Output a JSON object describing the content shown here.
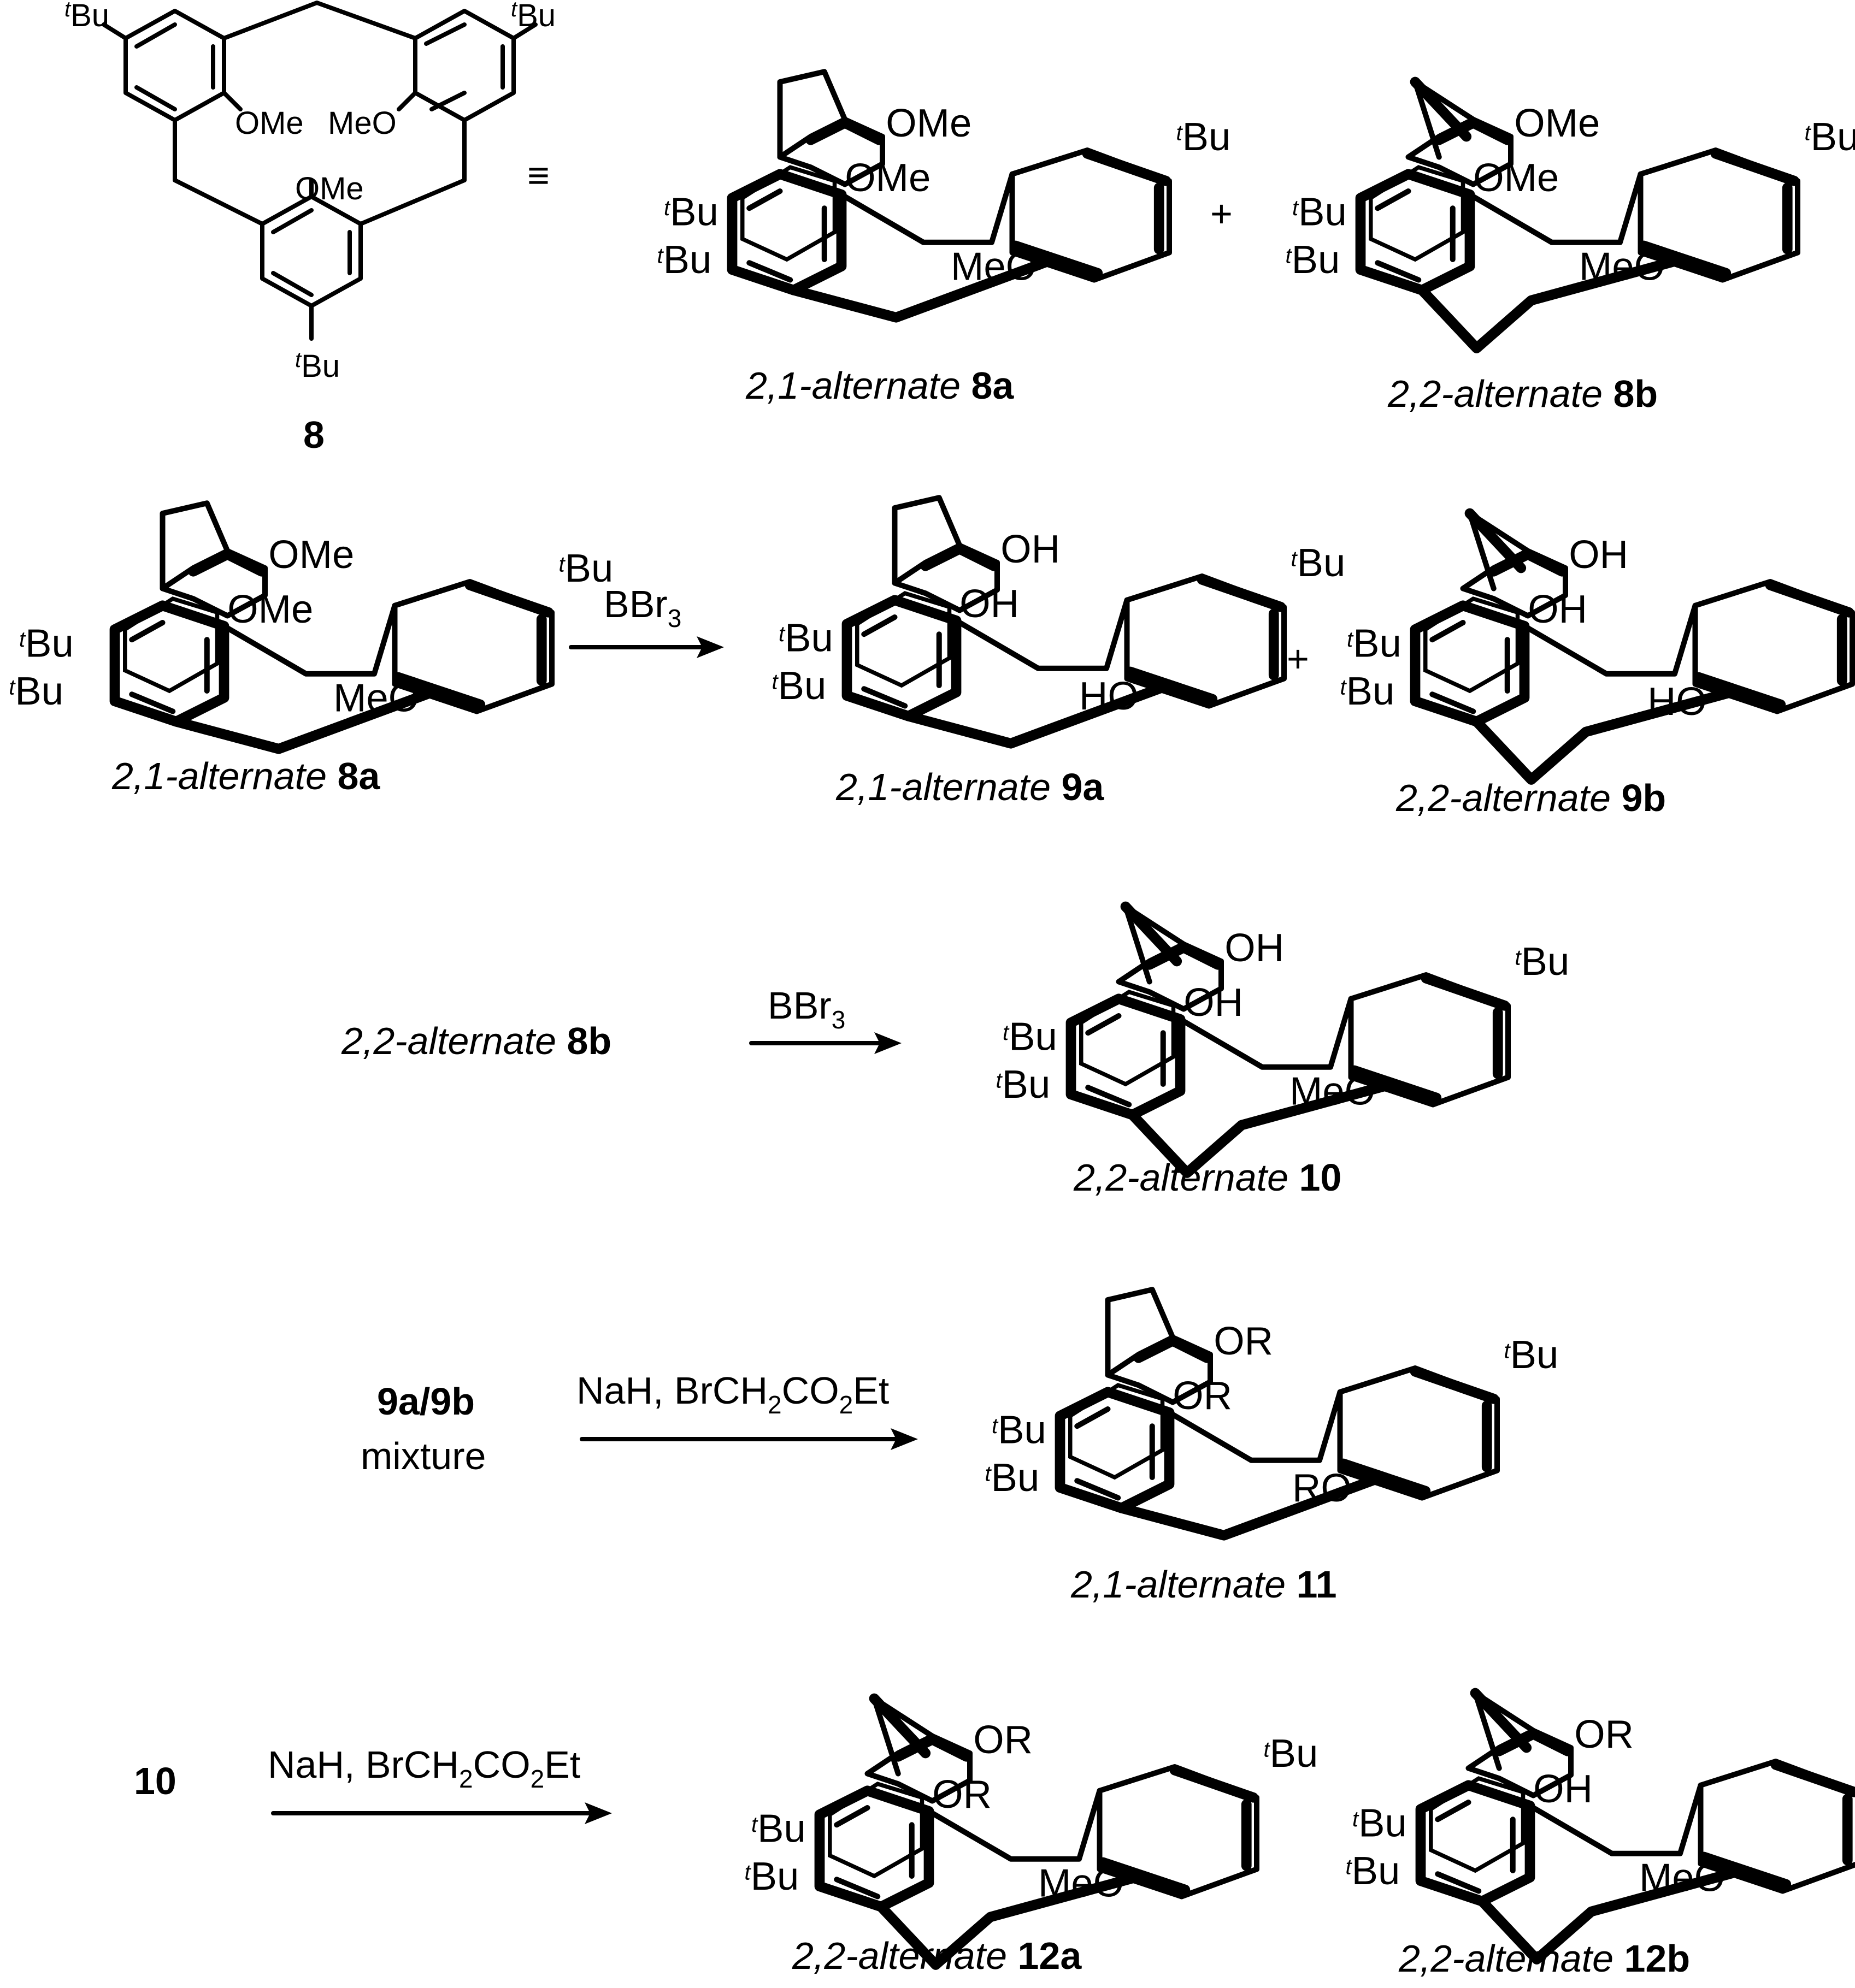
{
  "substituents": {
    "tbu_sup": "t",
    "tbu": "Bu",
    "ome": "OMe",
    "meo": "MeO",
    "oh": "OH",
    "ho": "HO",
    "or": "OR",
    "ro": "RO"
  },
  "structure_8": {
    "number": "8",
    "equivalence_symbol": "≡"
  },
  "conformer_labels": {
    "alt21": "2,1-alternate",
    "alt22": "2,2-alternate"
  },
  "compounds": {
    "c8a": "8a",
    "c8b": "8b",
    "c9a": "9a",
    "c9b": "9b",
    "c10": "10",
    "c11": "11",
    "c12a": "12a",
    "c12b": "12b"
  },
  "plus": "+",
  "reactions": [
    {
      "reactant": "2,1-alternate 8a",
      "reagent_main": "BBr",
      "reagent_sub": "3",
      "products": [
        "2,1-alternate 9a",
        "2,2-alternate 9b"
      ]
    },
    {
      "reactant": "2,2-alternate 8b",
      "reagent_main": "BBr",
      "reagent_sub": "3",
      "products": [
        "2,2-alternate 10"
      ]
    },
    {
      "reactant_number": "9a/9b",
      "reactant_note": "mixture",
      "reagent_parts": [
        "NaH, BrCH",
        "2",
        "CO",
        "2",
        "Et"
      ],
      "products": [
        "2,1-alternate 11"
      ]
    },
    {
      "reactant_number": "10",
      "reagent_parts": [
        "NaH, BrCH",
        "2",
        "CO",
        "2",
        "Et"
      ],
      "products": [
        "2,2-alternate 12a",
        "2,2-alternate 12b"
      ]
    }
  ]
}
